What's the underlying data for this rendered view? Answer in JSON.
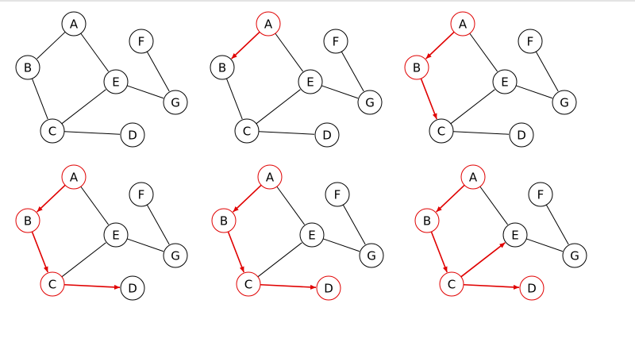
{
  "nodes": [
    "A",
    "B",
    "C",
    "D",
    "E",
    "F",
    "G"
  ],
  "edges": [
    [
      "A",
      "B"
    ],
    [
      "A",
      "E"
    ],
    [
      "B",
      "C"
    ],
    [
      "C",
      "E"
    ],
    [
      "C",
      "D"
    ],
    [
      "E",
      "G"
    ],
    [
      "F",
      "G"
    ]
  ],
  "colors": {
    "default": "#000000",
    "visited": "#e00000"
  },
  "panels": [
    {
      "visited": [],
      "arrows": []
    },
    {
      "visited": [
        "A"
      ],
      "arrows": [
        [
          "A",
          "B"
        ]
      ]
    },
    {
      "visited": [
        "A",
        "B"
      ],
      "arrows": [
        [
          "A",
          "B"
        ],
        [
          "B",
          "C"
        ]
      ]
    },
    {
      "visited": [
        "A",
        "B",
        "C"
      ],
      "arrows": [
        [
          "A",
          "B"
        ],
        [
          "B",
          "C"
        ],
        [
          "C",
          "D"
        ]
      ]
    },
    {
      "visited": [
        "A",
        "B",
        "C",
        "D"
      ],
      "arrows": [
        [
          "A",
          "B"
        ],
        [
          "B",
          "C"
        ],
        [
          "C",
          "D"
        ]
      ]
    },
    {
      "visited": [
        "A",
        "B",
        "C",
        "D"
      ],
      "arrows": [
        [
          "A",
          "B"
        ],
        [
          "B",
          "C"
        ],
        [
          "C",
          "D"
        ],
        [
          "C",
          "E"
        ]
      ]
    }
  ]
}
